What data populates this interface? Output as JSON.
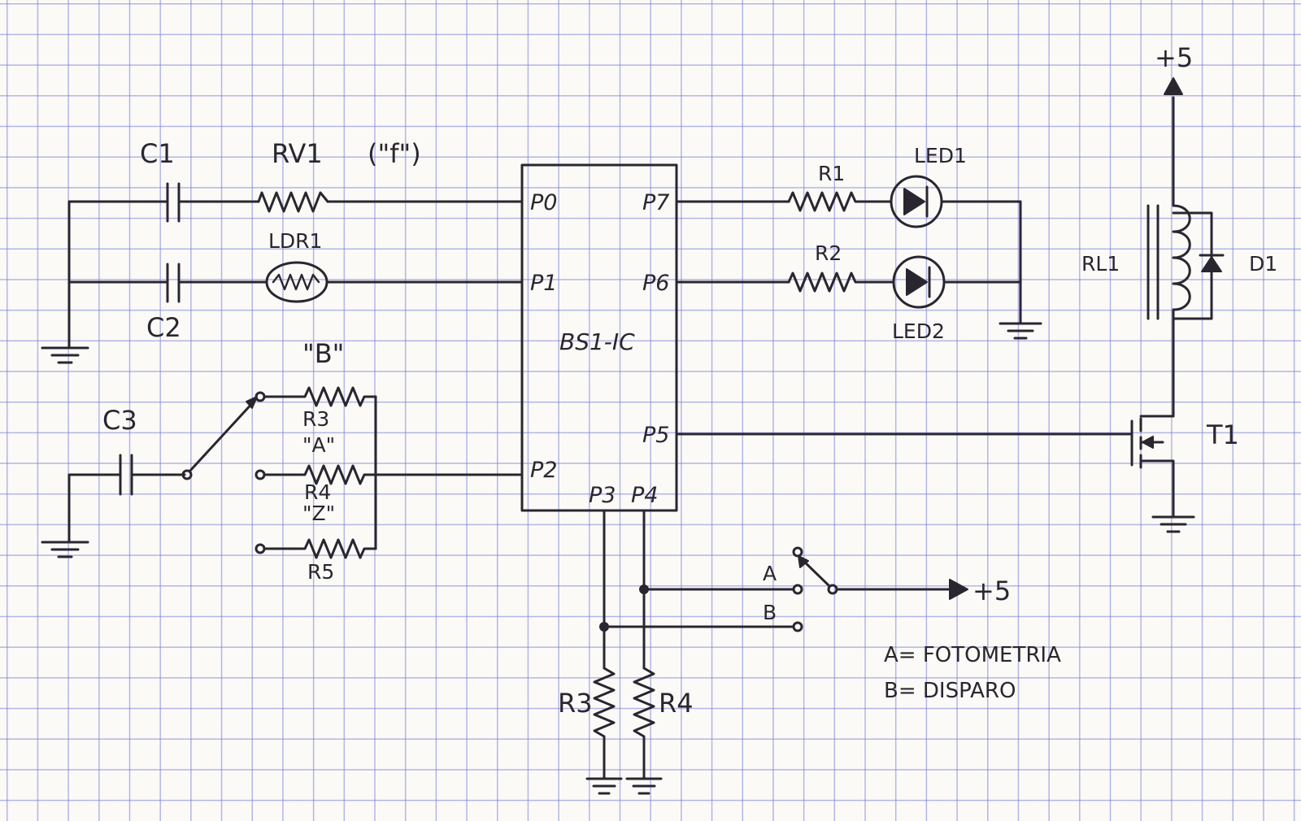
{
  "components": {
    "c1": "C1",
    "c2": "C2",
    "c3": "C3",
    "rv1": "RV1",
    "rv1_note": "(\"f\")",
    "ldr1": "LDR1",
    "sel_b": "\"B\"",
    "sel_a": "\"A\"",
    "sel_z": "\"Z\"",
    "r3_top": "R3",
    "r4_top": "R4",
    "r5": "R5",
    "ic": "BS1-IC",
    "r1": "R1",
    "r2": "R2",
    "led1": "LED1",
    "led2": "LED2",
    "rl1": "RL1",
    "d1": "D1",
    "t1": "T1",
    "vcc_top": "+5",
    "vcc_switch": "+5",
    "r3_bottom": "R3",
    "r4_bottom": "R4"
  },
  "pins": {
    "p0": "P0",
    "p1": "P1",
    "p2": "P2",
    "p3": "P3",
    "p4": "P4",
    "p5": "P5",
    "p6": "P6",
    "p7": "P7"
  },
  "switch": {
    "a": "A",
    "b": "B"
  },
  "legend": {
    "a": "A= FOTOMETRIA",
    "b": "B= DISPARO"
  }
}
